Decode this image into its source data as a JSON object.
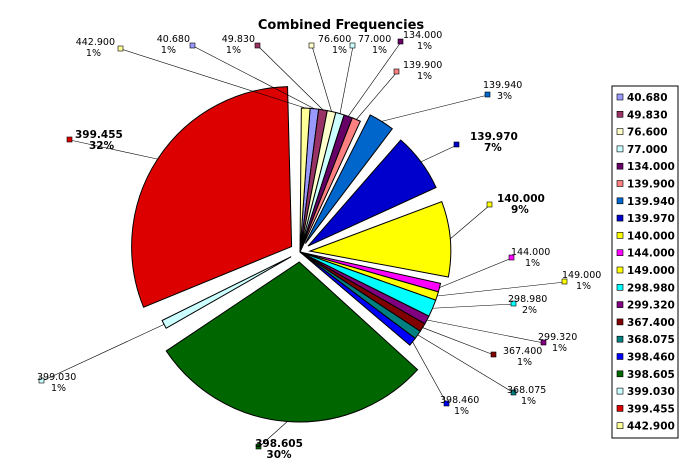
{
  "chart_data": {
    "type": "pie",
    "title": "Combined Frequencies",
    "legend_position": "right",
    "slices": [
      {
        "label": "40.680",
        "pct_label": "1%",
        "value": 1,
        "color": "#9999ff",
        "emph": false,
        "exploded": false
      },
      {
        "label": "49.830",
        "pct_label": "1%",
        "value": 1,
        "color": "#993366",
        "emph": false,
        "exploded": false
      },
      {
        "label": "76.600",
        "pct_label": "1%",
        "value": 1,
        "color": "#ffffcc",
        "emph": false,
        "exploded": false
      },
      {
        "label": "77.000",
        "pct_label": "1%",
        "value": 1,
        "color": "#ccffff",
        "emph": false,
        "exploded": false
      },
      {
        "label": "134.000",
        "pct_label": "1%",
        "value": 1,
        "color": "#660066",
        "emph": false,
        "exploded": false
      },
      {
        "label": "139.900",
        "pct_label": "1%",
        "value": 1,
        "color": "#ff8080",
        "emph": false,
        "exploded": false
      },
      {
        "label": "139.940",
        "pct_label": "3%",
        "value": 3,
        "color": "#0066cc",
        "emph": false,
        "exploded": true
      },
      {
        "label": "139.970",
        "pct_label": "7%",
        "value": 7,
        "color": "#0000cc",
        "emph": true,
        "exploded": true
      },
      {
        "label": "140.000",
        "pct_label": "9%",
        "value": 9,
        "color": "#ffff00",
        "emph": true,
        "exploded": true
      },
      {
        "label": "144.000",
        "pct_label": "1%",
        "value": 1,
        "color": "#ff00ff",
        "emph": false,
        "exploded": false
      },
      {
        "label": "149.000",
        "pct_label": "1%",
        "value": 1,
        "color": "#ffff00",
        "emph": false,
        "exploded": false
      },
      {
        "label": "298.980",
        "pct_label": "2%",
        "value": 2,
        "color": "#00ffff",
        "emph": false,
        "exploded": false
      },
      {
        "label": "299.320",
        "pct_label": "1%",
        "value": 1,
        "color": "#800080",
        "emph": false,
        "exploded": false
      },
      {
        "label": "367.400",
        "pct_label": "1%",
        "value": 1,
        "color": "#800000",
        "emph": false,
        "exploded": false
      },
      {
        "label": "368.075",
        "pct_label": "1%",
        "value": 1,
        "color": "#008080",
        "emph": false,
        "exploded": false
      },
      {
        "label": "398.460",
        "pct_label": "1%",
        "value": 1,
        "color": "#0000ff",
        "emph": false,
        "exploded": false
      },
      {
        "label": "398.605",
        "pct_label": "30%",
        "value": 30,
        "color": "#006600",
        "emph": true,
        "exploded": true
      },
      {
        "label": "399.030",
        "pct_label": "1%",
        "value": 1,
        "color": "#ccffff",
        "emph": false,
        "exploded": true
      },
      {
        "label": "399.455",
        "pct_label": "32%",
        "value": 32,
        "color": "#dd0000",
        "emph": true,
        "exploded": true
      },
      {
        "label": "442.900",
        "pct_label": "1%",
        "value": 1,
        "color": "#ffff99",
        "emph": false,
        "exploded": false
      }
    ]
  }
}
